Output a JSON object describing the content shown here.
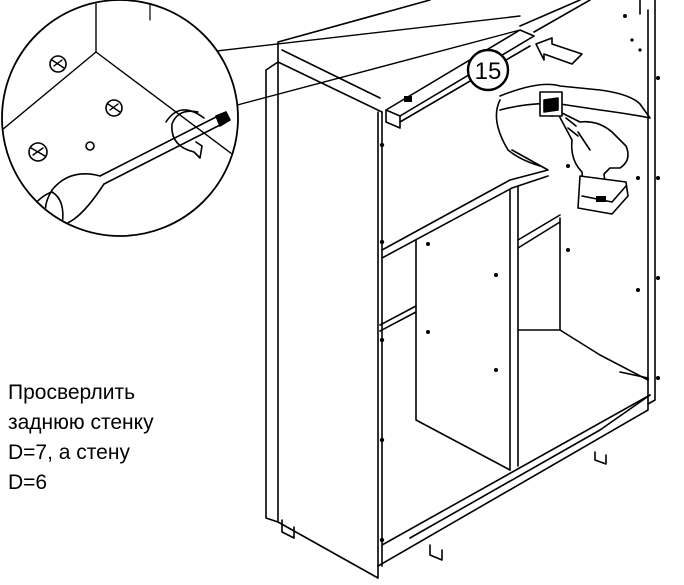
{
  "step": {
    "number": "15"
  },
  "instruction": {
    "lines": [
      "Просверлить",
      "заднюю стенку",
      "D=7, а стену",
      "D=6"
    ]
  },
  "colors": {
    "line": "#000000",
    "background": "#ffffff"
  },
  "icons": [
    "screwdriver-icon",
    "drill-icon",
    "screw-icon",
    "rotation-arrow-icon",
    "insert-arrow-icon"
  ]
}
